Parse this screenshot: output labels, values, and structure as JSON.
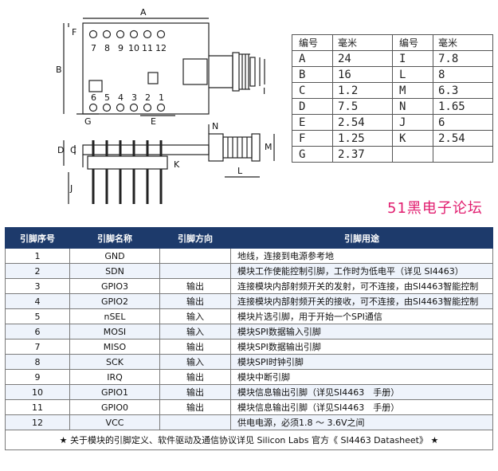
{
  "drawing": {
    "labels": {
      "A": "A",
      "B": "B",
      "C": "C",
      "D": "D",
      "E": "E",
      "F": "F",
      "G": "G",
      "I": "I",
      "J": "J",
      "K": "K",
      "L": "L",
      "M": "M",
      "N": "N"
    },
    "top_pins": [
      "7",
      "8",
      "9",
      "10",
      "11",
      "12"
    ],
    "bottom_pins": [
      "6",
      "5",
      "4",
      "3",
      "2",
      "1"
    ]
  },
  "dims_table": {
    "headers": [
      "编号",
      "毫米",
      "编号",
      "毫米"
    ],
    "rows": [
      [
        "A",
        "24",
        "I",
        "7.8"
      ],
      [
        "B",
        "16",
        "L",
        "8"
      ],
      [
        "C",
        "1.2",
        "M",
        "6.3"
      ],
      [
        "D",
        "7.5",
        "N",
        "1.65"
      ],
      [
        "E",
        "2.54",
        "J",
        "6"
      ],
      [
        "F",
        "1.25",
        "K",
        "2.54"
      ],
      [
        "G",
        "2.37",
        "",
        ""
      ]
    ]
  },
  "brand": "51黑电子论坛",
  "pin_table": {
    "headers": [
      "引脚序号",
      "引脚名称",
      "引脚方向",
      "引脚用途"
    ],
    "rows": [
      [
        "1",
        "GND",
        "",
        "地线，连接到电源参考地"
      ],
      [
        "2",
        "SDN",
        "",
        "模块工作使能控制引脚，工作时为低电平（详见 SI4463）"
      ],
      [
        "3",
        "GPIO3",
        "输出",
        "连接模块内部射频开关的发射，可不连接，由SI4463智能控制"
      ],
      [
        "4",
        "GPIO2",
        "输出",
        "连接模块内部射频开关的接收，可不连接，由SI4463智能控制"
      ],
      [
        "5",
        "nSEL",
        "输入",
        "模块片选引脚，用于开始一个SPI通信"
      ],
      [
        "6",
        "MOSI",
        "输入",
        "模块SPI数据输入引脚"
      ],
      [
        "7",
        "MISO",
        "输出",
        "模块SPI数据输出引脚"
      ],
      [
        "8",
        "SCK",
        "输入",
        "模块SPI时钟引脚"
      ],
      [
        "9",
        "IRQ",
        "输出",
        "模块中断引脚"
      ],
      [
        "10",
        "GPIO1",
        "输出",
        "模块信息输出引脚（详见SI4463　手册）"
      ],
      [
        "11",
        "GPIO0",
        "输出",
        "模块信息输出引脚（详见SI4463　手册）"
      ],
      [
        "12",
        "VCC",
        "",
        "供电电源，必须1.8 ～ 3.6V之间"
      ]
    ],
    "footer": "★ 关于模块的引脚定义、软件驱动及通信协议详见 Silicon Labs 官方《 SI4463 Datasheet》 ★"
  }
}
